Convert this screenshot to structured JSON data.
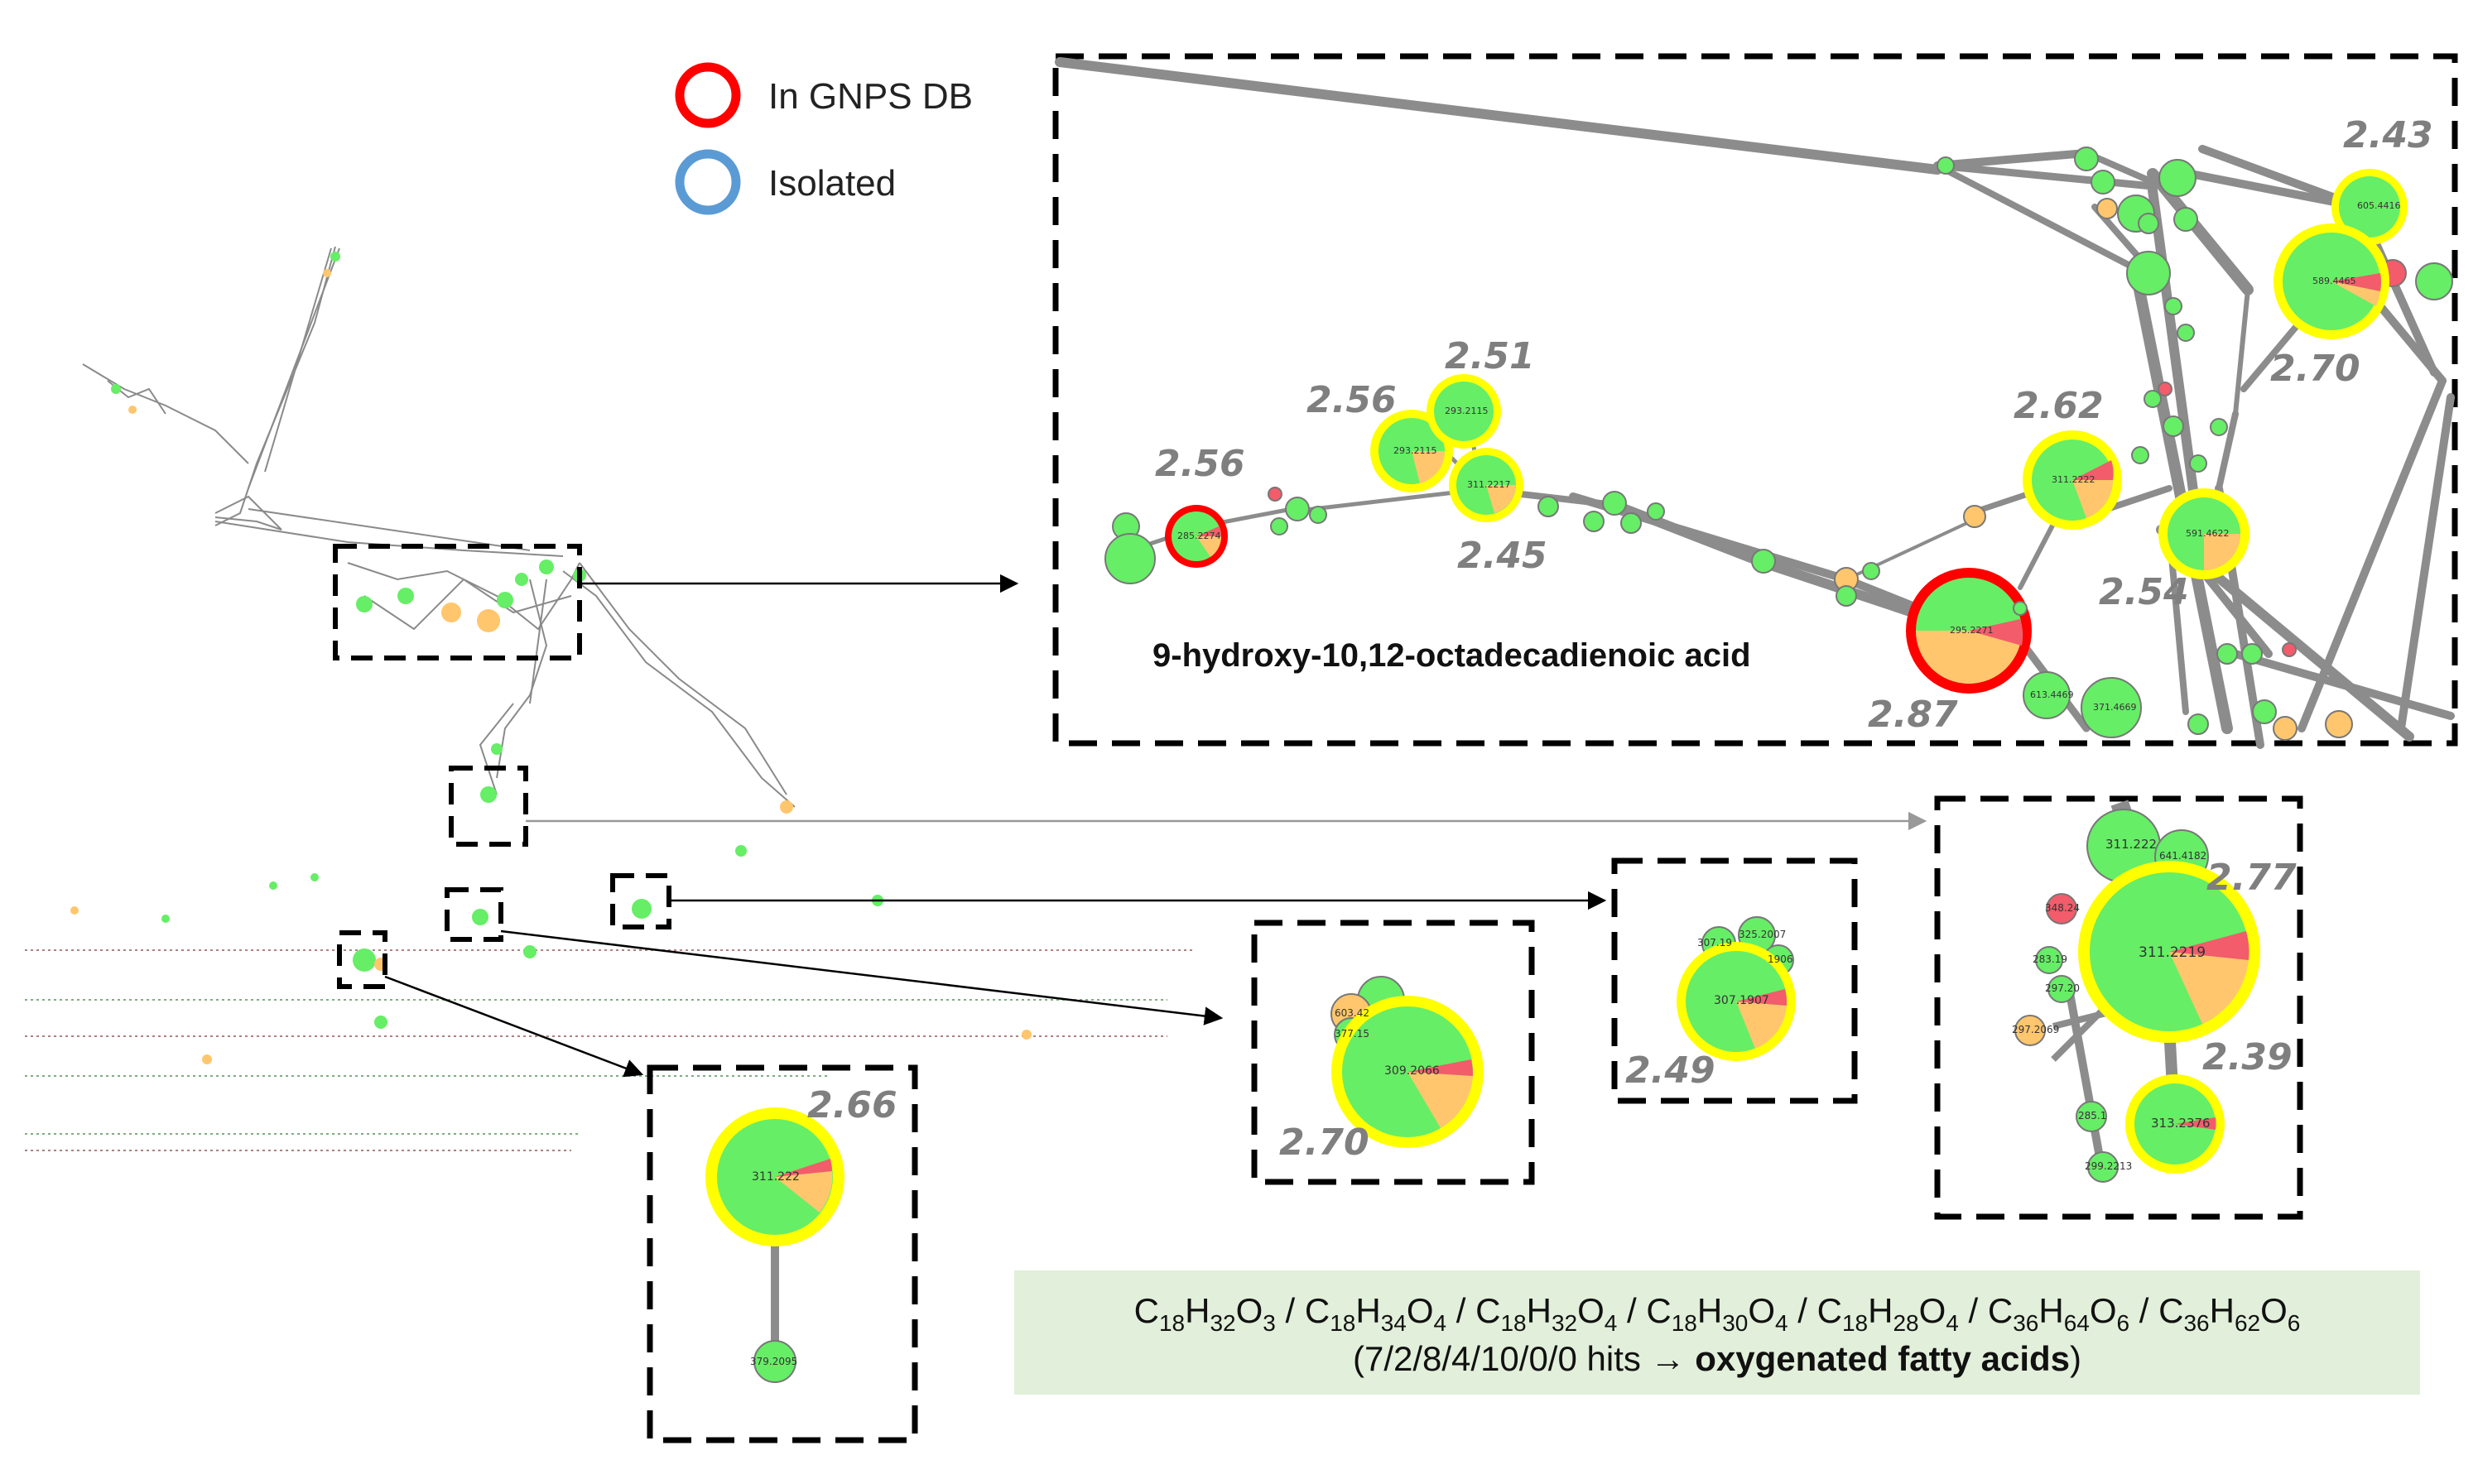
{
  "legend": {
    "items": [
      {
        "label": "In GNPS DB",
        "color": "#ff0000"
      },
      {
        "label": "Isolated",
        "color": "#5b9bd5"
      }
    ]
  },
  "colors": {
    "node_green": "#66ee66",
    "node_orange": "#ffc66d",
    "node_red": "#f25c6b",
    "highlight_yellow": "#ffff00",
    "edge_gray": "#888888",
    "formula_box_bg": "#e2efda",
    "score_text": "#7f7f7f"
  },
  "zoom_main": {
    "compound_label": "9-hydroxy-10,12-octadecadienoic acid",
    "scores": [
      "2.43",
      "2.51",
      "2.56",
      "2.56",
      "2.62",
      "2.70",
      "2.45",
      "2.54",
      "2.87"
    ],
    "nodes": [
      "285.2274",
      "293.2115",
      "293.2115",
      "311.2217",
      "311.2222",
      "591.4622",
      "295.2271",
      "589.4465",
      "605.4416",
      "613.4469",
      "371.4669"
    ]
  },
  "zoom_a": {
    "score": "2.66",
    "nodes": [
      "311.222",
      "379.2095"
    ]
  },
  "zoom_b": {
    "score": "2.70",
    "nodes": [
      "309.2066",
      "603.42",
      "377.15"
    ]
  },
  "zoom_c": {
    "score": "2.49",
    "nodes": [
      "307.1907",
      "307.19",
      "325.2007",
      "1906"
    ]
  },
  "zoom_d": {
    "scores": [
      "2.77",
      "2.39"
    ],
    "nodes": [
      "311.222",
      "641.4182",
      "348.24",
      "311.2219",
      "283.19",
      "297.20",
      "297.2069",
      "313.2376",
      "285.1",
      "299.2213"
    ]
  },
  "formula_box": {
    "formulas": [
      {
        "C": "18",
        "H": "32",
        "O": "3"
      },
      {
        "C": "18",
        "H": "34",
        "O": "4"
      },
      {
        "C": "18",
        "H": "32",
        "O": "4"
      },
      {
        "C": "18",
        "H": "30",
        "O": "4"
      },
      {
        "C": "18",
        "H": "28",
        "O": "4"
      },
      {
        "C": "36",
        "H": "64",
        "O": "6"
      },
      {
        "C": "36",
        "H": "62",
        "O": "6"
      }
    ],
    "hits_prefix": "(7/2/8/4/10/0/0 hits",
    "arrow": "→",
    "hits_bold": "oxygenated fatty acids",
    "hits_suffix": ")"
  }
}
